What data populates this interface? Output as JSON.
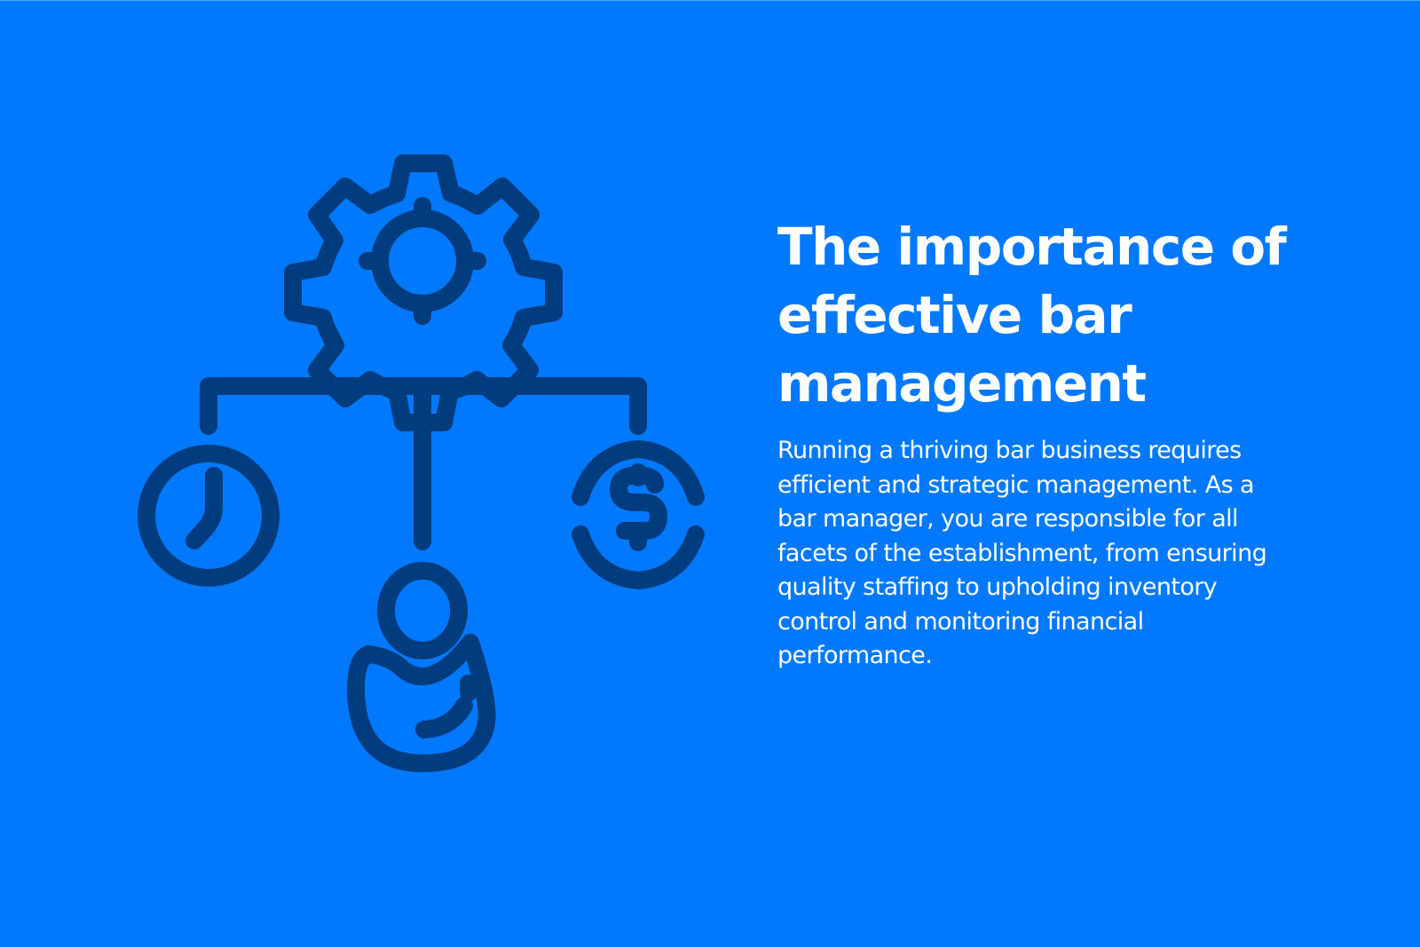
{
  "colors": {
    "background": "#0079ff",
    "icon": "#003c7e",
    "text": "#ffffff"
  },
  "illustration": {
    "icons": [
      "gear-icon",
      "clock-icon",
      "dollar-icon",
      "person-icon"
    ],
    "connector": "org-chart-connector"
  },
  "content": {
    "headline_lines": [
      "The importance of",
      "effective bar",
      "management"
    ],
    "body_lines": [
      "Running a thriving bar business requires",
      "efficient and strategic management. As a",
      "bar manager, you are responsible for all",
      "facets of the establishment, from ensuring",
      "quality staffing to upholding inventory",
      "control and monitoring financial",
      "performance."
    ]
  }
}
